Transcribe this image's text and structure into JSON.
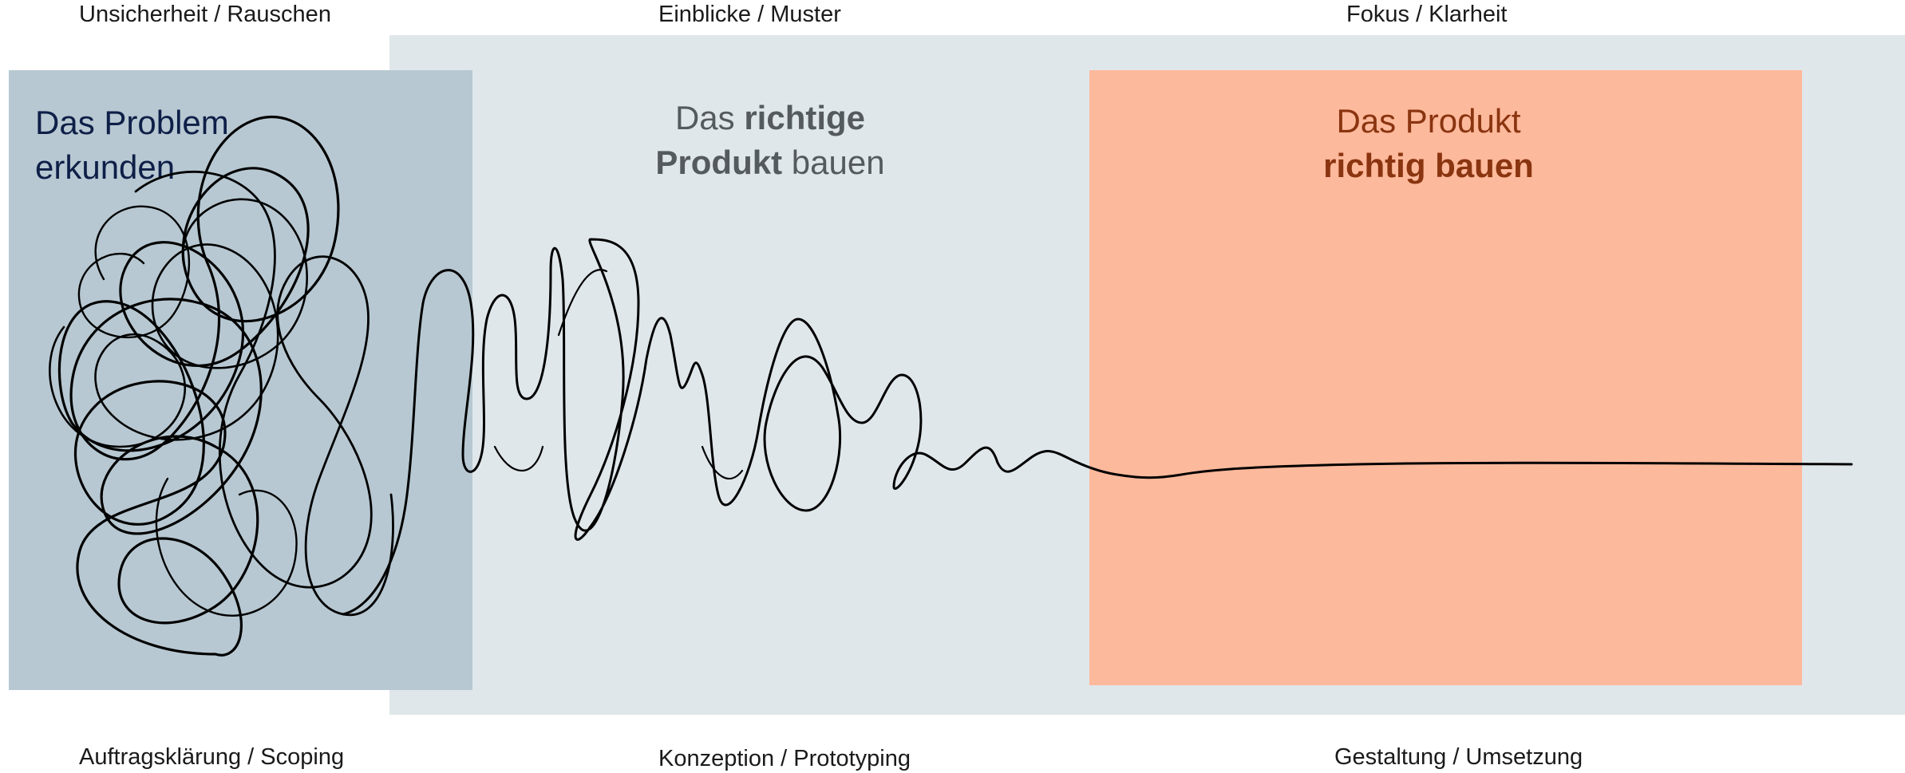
{
  "top_labels": {
    "left": "Unsicherheit / Rauschen",
    "middle": "Einblicke / Muster",
    "right": "Fokus / Klarheit"
  },
  "bottom_labels": {
    "left": "Auftragsklärung / Scoping",
    "middle": "Konzeption / Prototyping",
    "right": "Gestaltung / Umsetzung"
  },
  "panels": {
    "left": {
      "line1": "Das Problem",
      "line2": "erkunden"
    },
    "middle": {
      "line1_normal": "Das ",
      "line1_bold": "richtige",
      "line2_bold": "Produkt",
      "line2_normal": " bauen"
    },
    "right": {
      "line1": "Das Produkt",
      "line2_bold": "richtig bauen"
    }
  },
  "colors": {
    "background_panel": "#e0e7eb",
    "explore_panel": "#b7c8d2",
    "build_panel": "#fdb99b",
    "line": "#000000"
  }
}
